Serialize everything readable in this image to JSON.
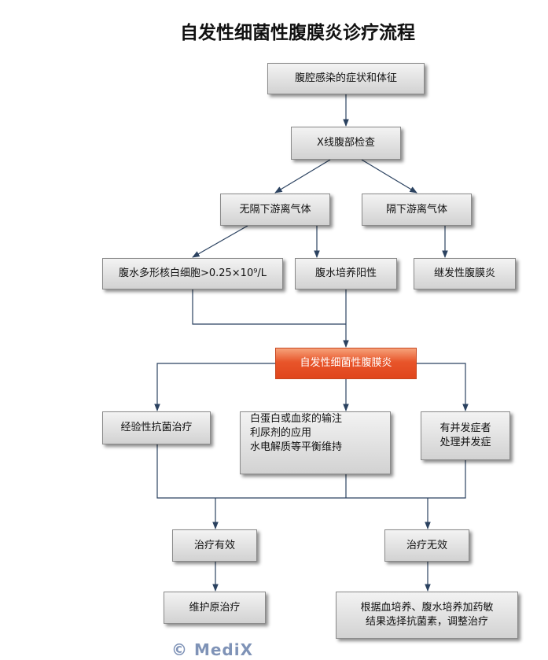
{
  "title": "自发性细菌性腹膜炎诊疗流程",
  "nodes": {
    "symptoms": "腹腔感染的症状和体征",
    "xray": "X线腹部检查",
    "no_free_air": "无隔下游离气体",
    "free_air": "隔下游离气体",
    "pmn": "腹水多形核白细胞>0.25×10⁹/L",
    "culture_positive": "腹水培养阳性",
    "secondary": "继发性腹膜炎",
    "sbp": "自发性细菌性腹膜炎",
    "empiric": "经验性抗菌治疗",
    "supportive": [
      "白蛋白或血浆的输注",
      "利尿剂的应用",
      "水电解质等平衡维持"
    ],
    "complications": [
      "有并发症者",
      "处理并发症"
    ],
    "effective": "治疗有效",
    "ineffective": "治疗无效",
    "maintain": "维护原治疗",
    "adjust": [
      "根据血培养、腹水培养加药敏",
      "结果选择抗菌素，调整治疗"
    ]
  },
  "watermark": "© MediX"
}
